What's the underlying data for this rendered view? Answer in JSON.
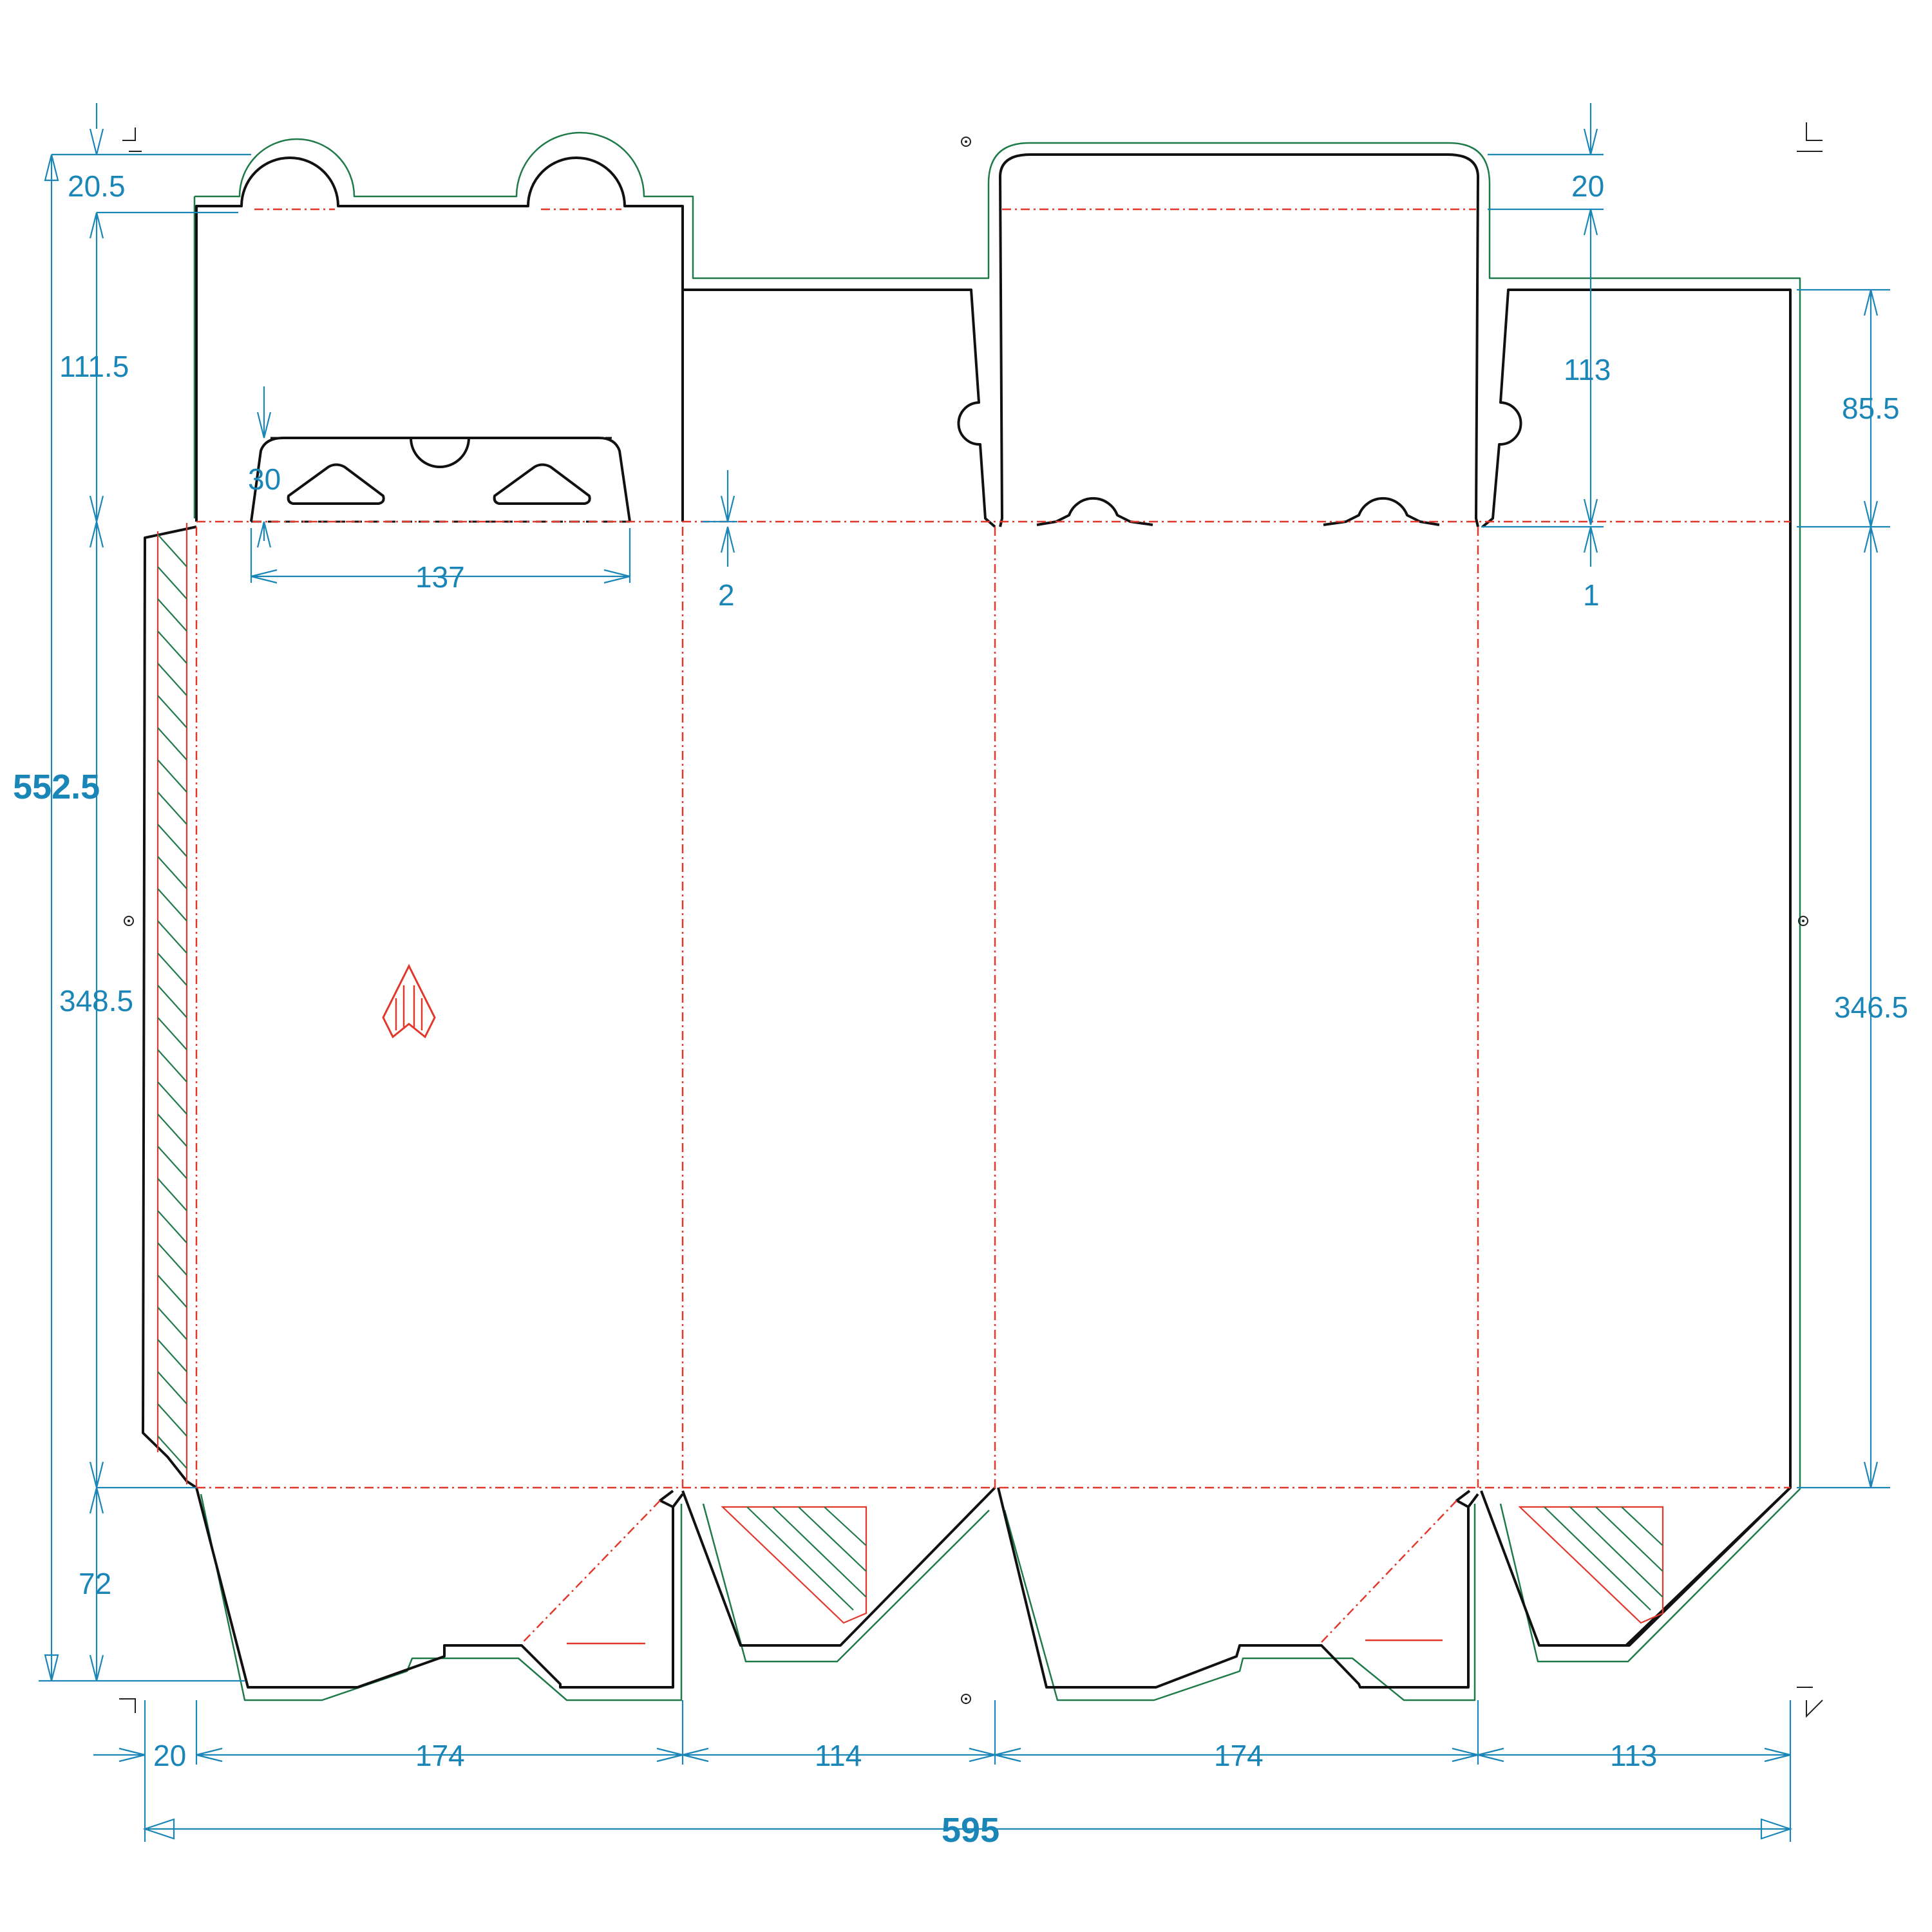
{
  "colors": {
    "cut": "#111111",
    "fold": "#e2382b",
    "bleed": "#1f7a4a",
    "dimension": "#1a86b8"
  },
  "dimensions": {
    "total_width": "595",
    "total_height": "552.5",
    "top_tab_offset_left": "20.5",
    "top_tab_offset_right": "20",
    "top_flap_left": "111.5",
    "top_flap_right": "113",
    "side_flap_right": "85.5",
    "body_left": "348.5",
    "body_right": "346.5",
    "bottom_flap": "72",
    "handle_height": "30",
    "handle_width": "137",
    "offset_2": "2",
    "offset_1": "1",
    "glue_tab": "20",
    "panel_1": "174",
    "panel_2": "114",
    "panel_3": "174",
    "panel_4": "113"
  },
  "icons": [
    "registration-mark",
    "crop-mark",
    "grain-direction-arrow"
  ]
}
